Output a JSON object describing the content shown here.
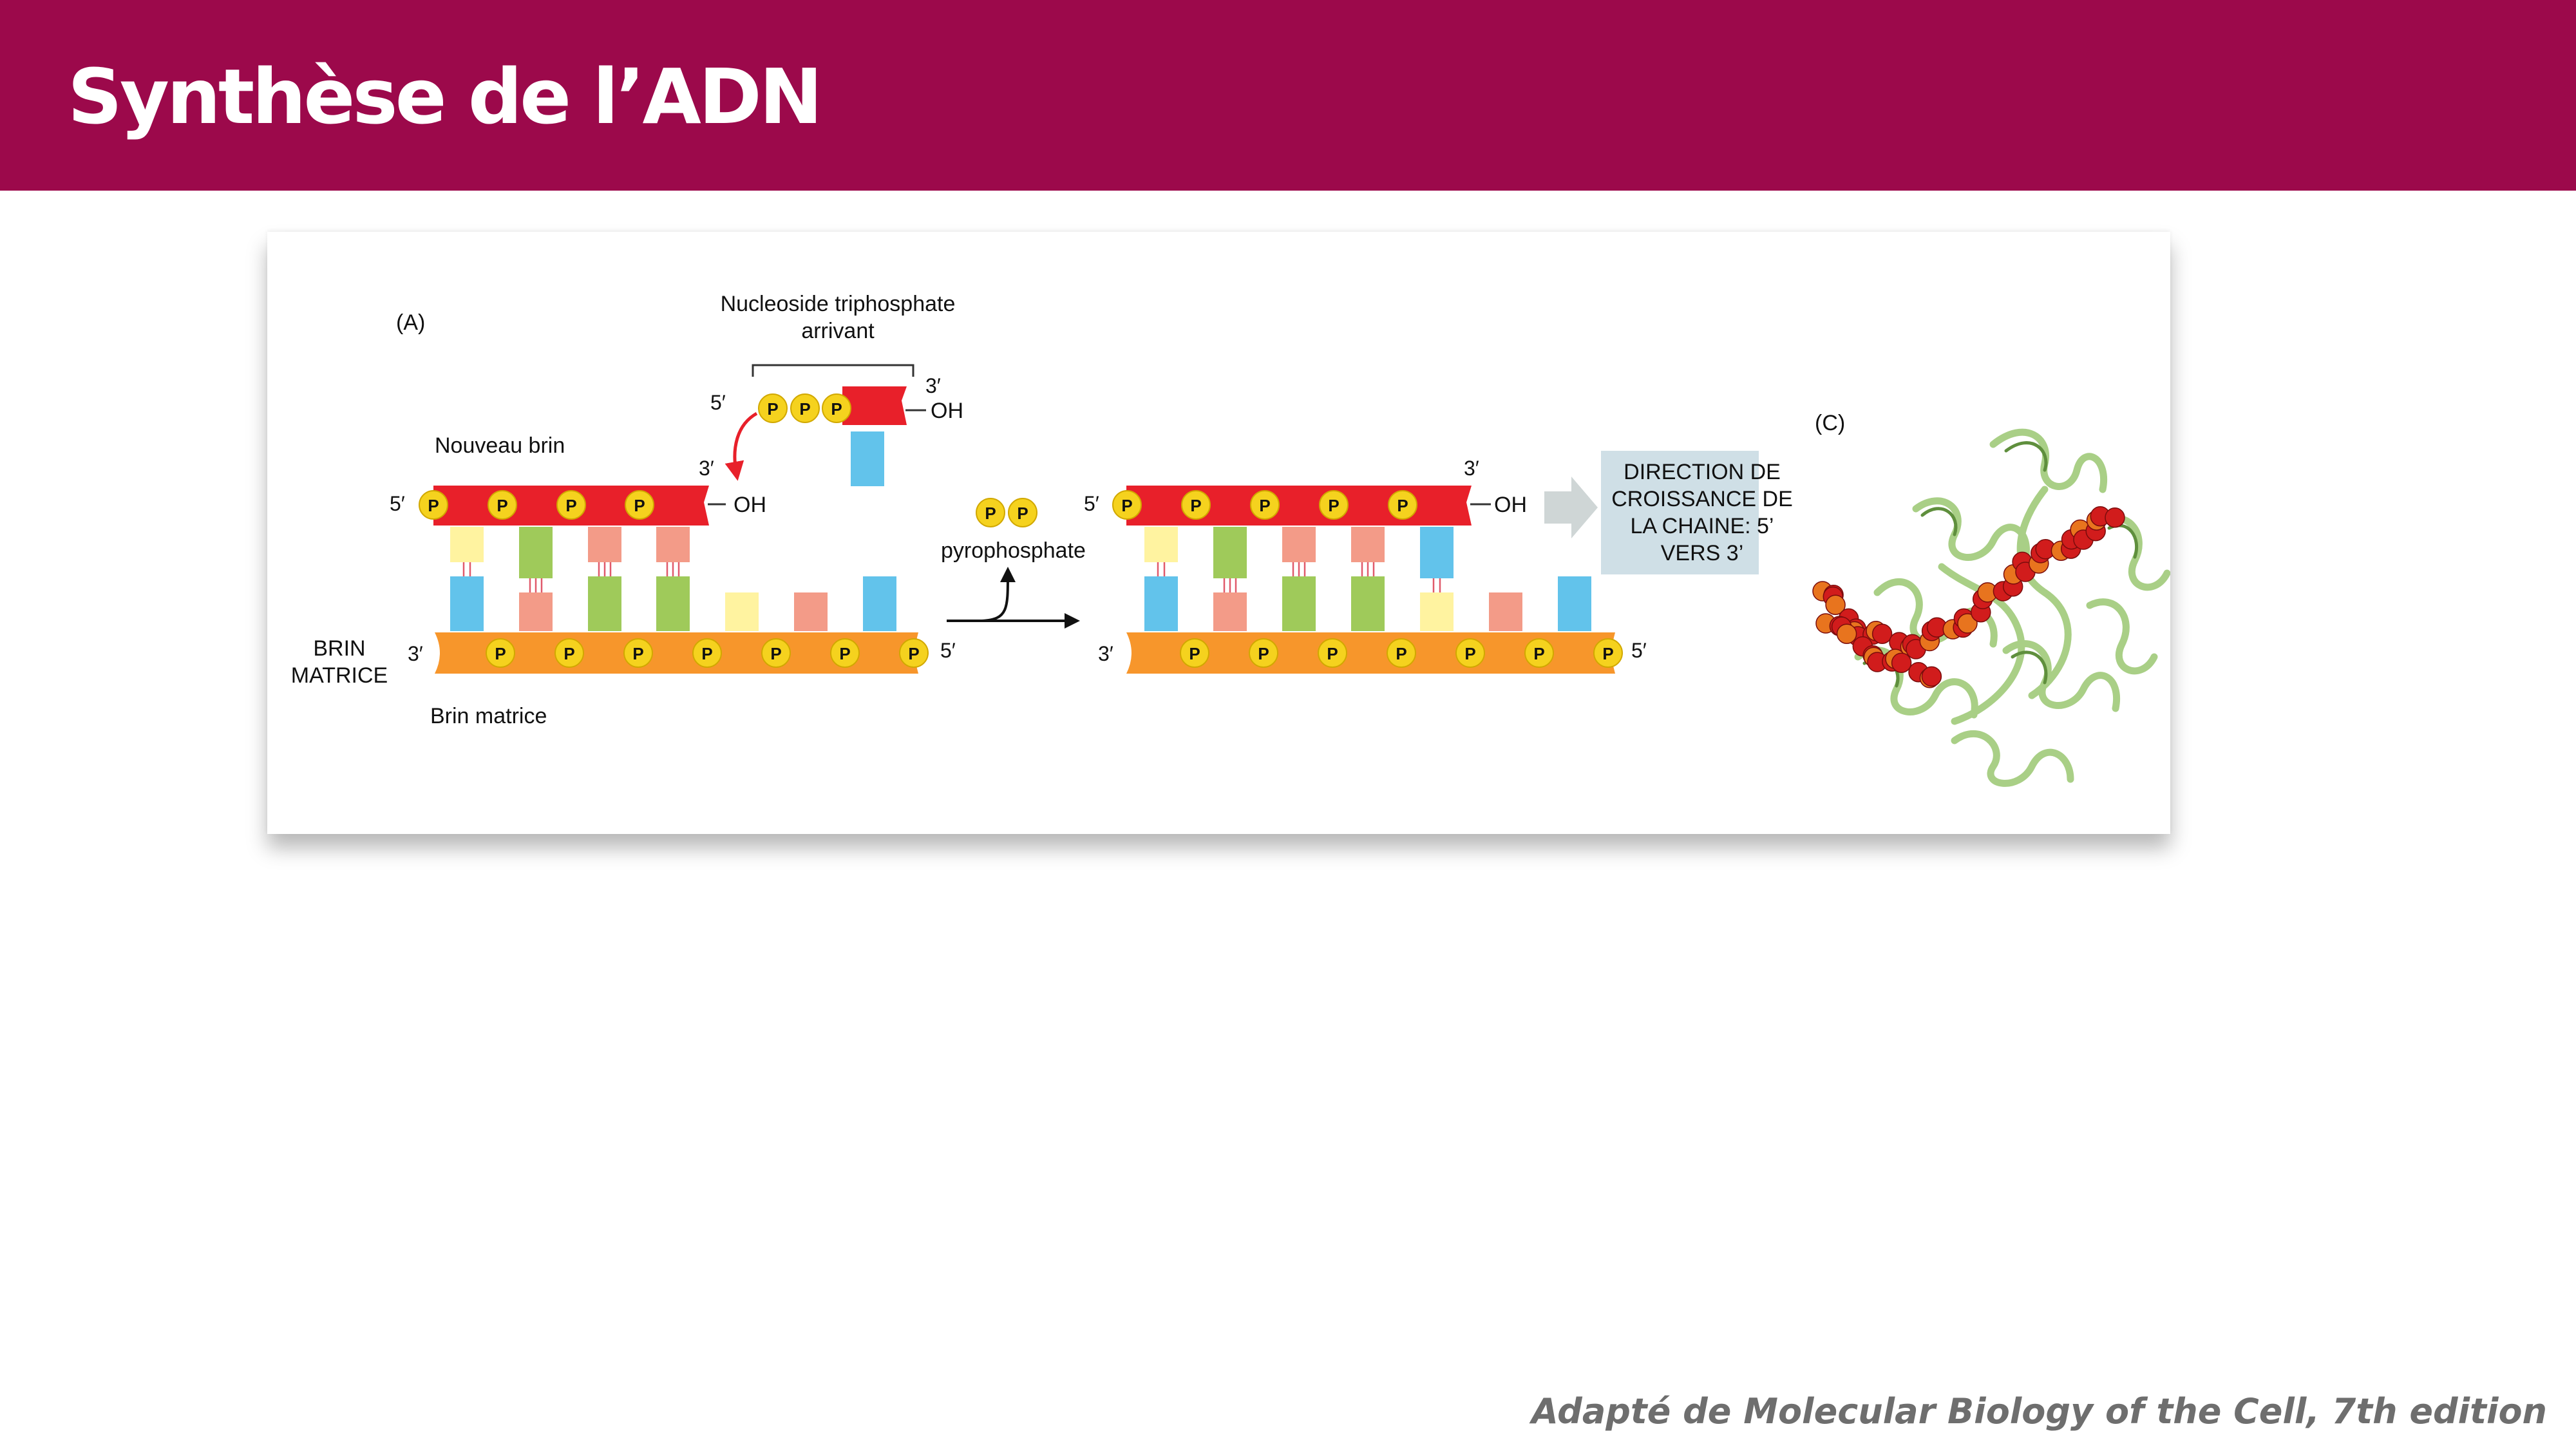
{
  "slide": {
    "title": "Synthèse de l’ADN",
    "credit": "Adapté de Molecular Biology of the Cell, 7th edition"
  },
  "figure": {
    "panel_a_label": "(A)",
    "panel_c_label": "(C)",
    "incoming_label_line1": "Nucleoside triphosphate",
    "incoming_label_line2": "arrivant",
    "new_strand_label": "Nouveau brin",
    "template_strand_label": "Brin matrice",
    "template_side_line1": "BRIN",
    "template_side_line2": "MATRICE",
    "pyrophosphate_label": "pyrophosphate",
    "phosphate_letter": "P",
    "hydroxyl_label": "OH",
    "five_prime": "5′",
    "three_prime": "3′",
    "direction_box_lines": [
      "DIRECTION DE",
      "CROISSANCE DE",
      "LA CHAINE: 5’",
      "VERS 3’"
    ]
  },
  "colors": {
    "header_band": "#9c094b",
    "new_strand": "#e8202a",
    "template_strand": "#f7962b",
    "phosphate": "#f5d21e",
    "base_yellow": "#fff3a0",
    "base_green": "#9fca5a",
    "base_salmon": "#f39b88",
    "base_blue": "#62c3eb",
    "direction_box": "#cfdfe6",
    "protein_ribbon": "#a9cf86",
    "protein_atoms_red": "#d11c1c",
    "protein_atoms_orange": "#e8741e"
  }
}
